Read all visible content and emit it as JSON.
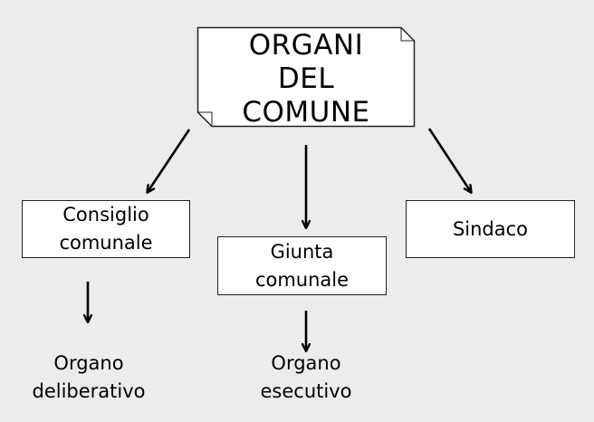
{
  "root": {
    "lines": [
      "ORGANI",
      "DEL",
      "COMUNE"
    ]
  },
  "organs": [
    {
      "lines": [
        "Consiglio",
        "comunale"
      ],
      "role_lines": [
        "Organo",
        "deliberativo"
      ]
    },
    {
      "lines": [
        "Giunta",
        "comunale"
      ],
      "role_lines": [
        "Organo",
        "esecutivo"
      ]
    },
    {
      "lines": [
        "Sindaco"
      ]
    }
  ],
  "colors": {
    "background": "#ececec",
    "box_fill": "#ffffff",
    "stroke": "#000000"
  }
}
